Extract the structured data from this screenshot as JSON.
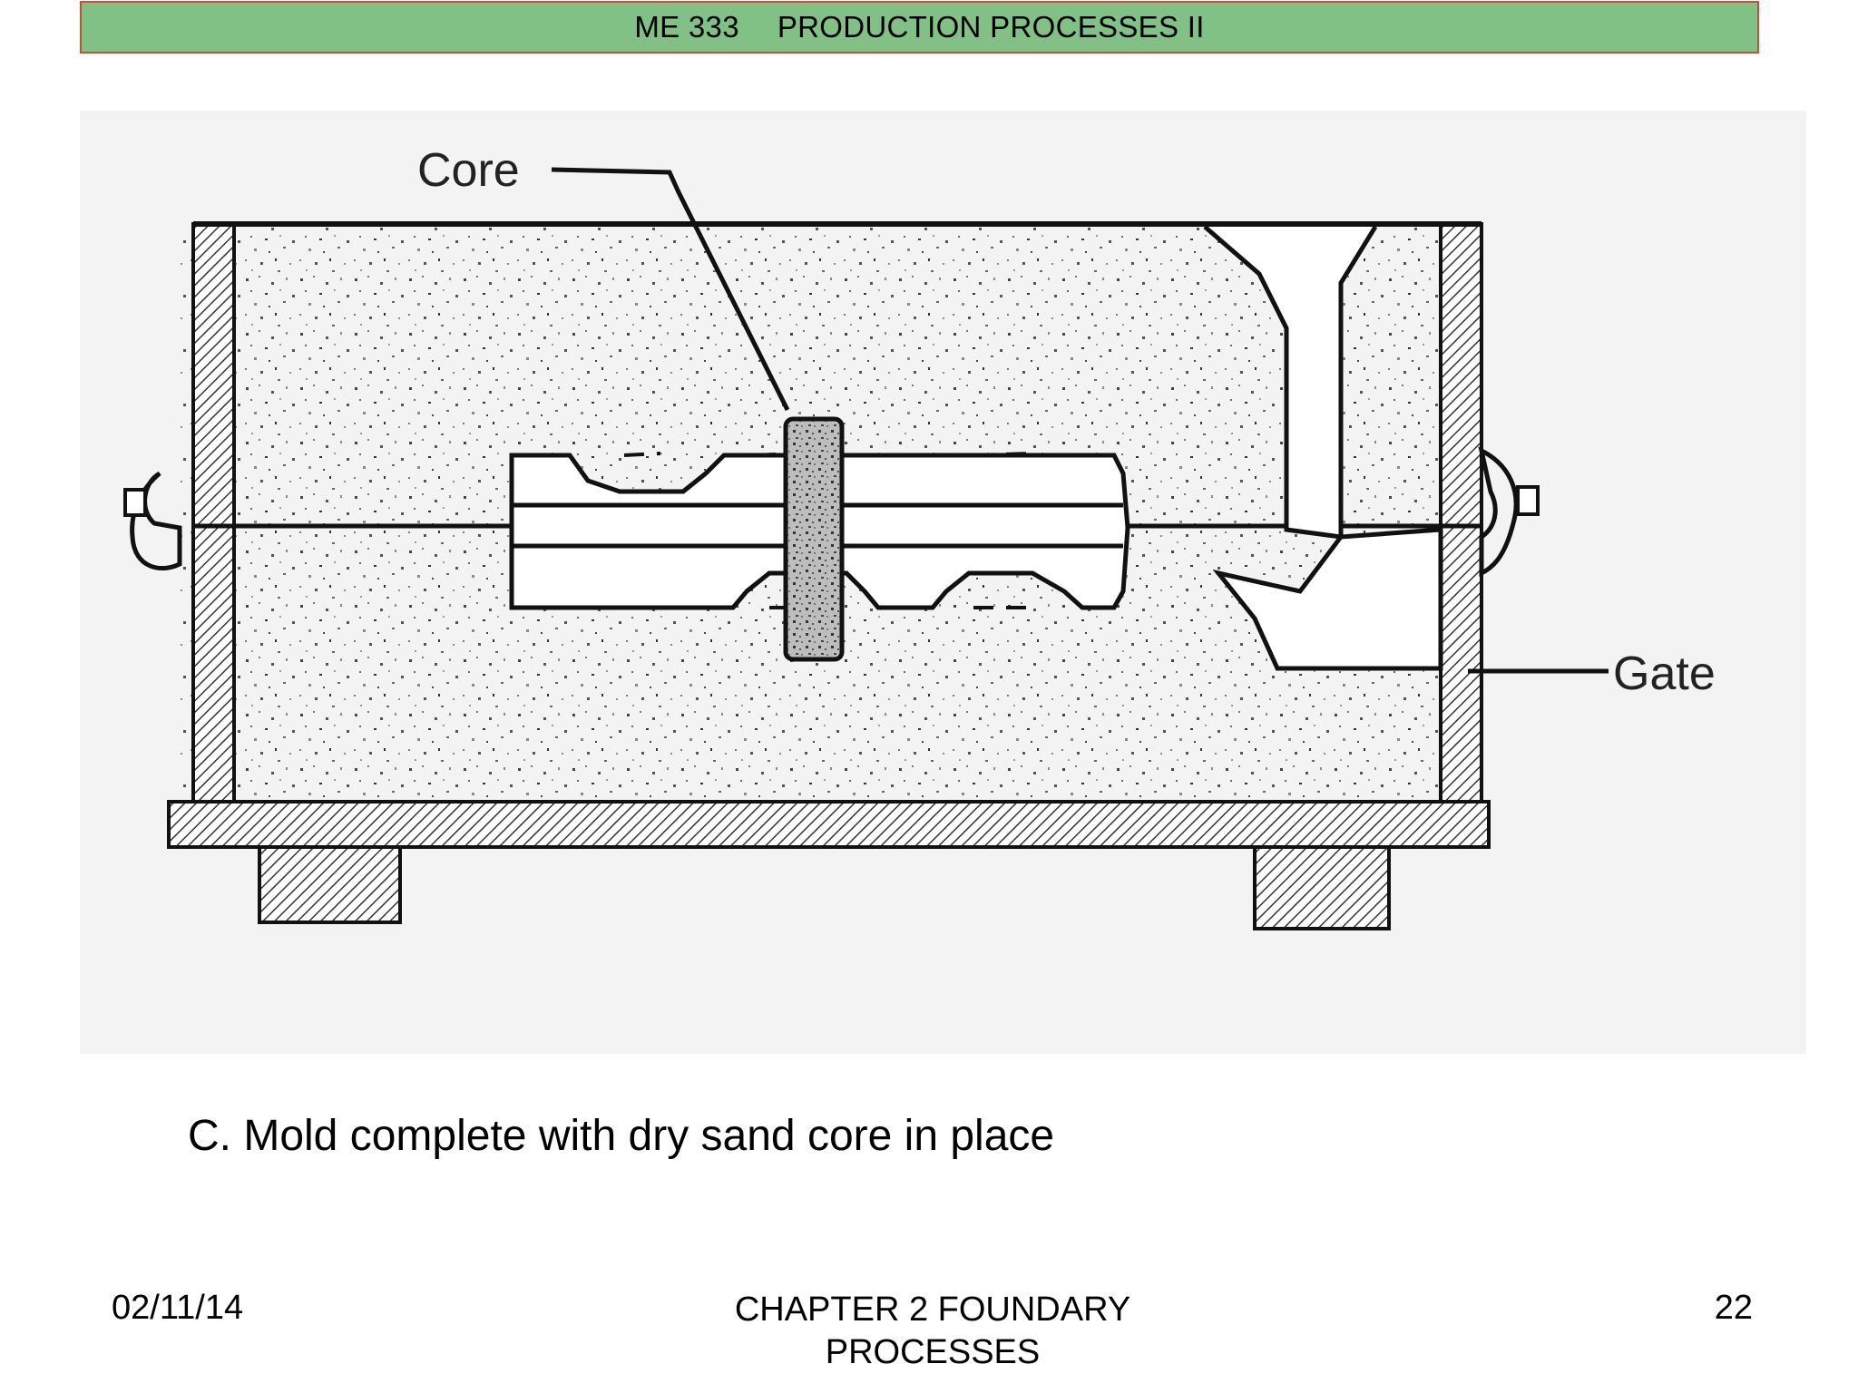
{
  "header": {
    "course_code": "ME 333",
    "course_title": "PRODUCTION PROCESSES II"
  },
  "figure": {
    "labels": {
      "core": "Core",
      "gate": "Gate"
    }
  },
  "caption": "C. Mold complete with dry sand core in place",
  "footer": {
    "date": "02/11/14",
    "chapter": "CHAPTER 2 FOUNDARY PROCESSES",
    "page_number": "22"
  },
  "colors": {
    "header_background": "#82c185",
    "header_border": "#d24a3a",
    "figure_background": "#f3f3f3"
  }
}
